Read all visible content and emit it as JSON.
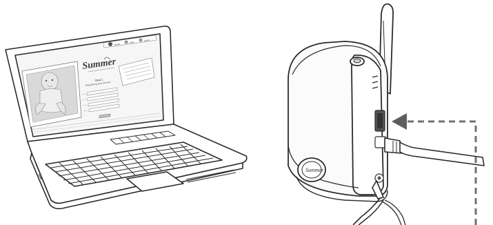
{
  "laptop": {
    "screen": {
      "logo": "Summer",
      "heading": "Step 1",
      "subheading": "Registering your product",
      "tab_labels": [
        "Home",
        "Help",
        "Login"
      ]
    }
  },
  "camera": {
    "logo": "Summer"
  },
  "colors": {
    "line": "#2b2b2b",
    "dash": "#6f6f6f",
    "screen_bg": "#f6f6f6",
    "key_fill": "#ffffff",
    "camera_fill": "#fbfbfb",
    "photo_fill": "#d9d9d9",
    "port_fill": "#555555"
  },
  "icons": [
    "laptop-illustration",
    "baby-photo",
    "wireless-camera",
    "antenna",
    "ethernet-cable",
    "power-cable",
    "dashed-arrow"
  ]
}
